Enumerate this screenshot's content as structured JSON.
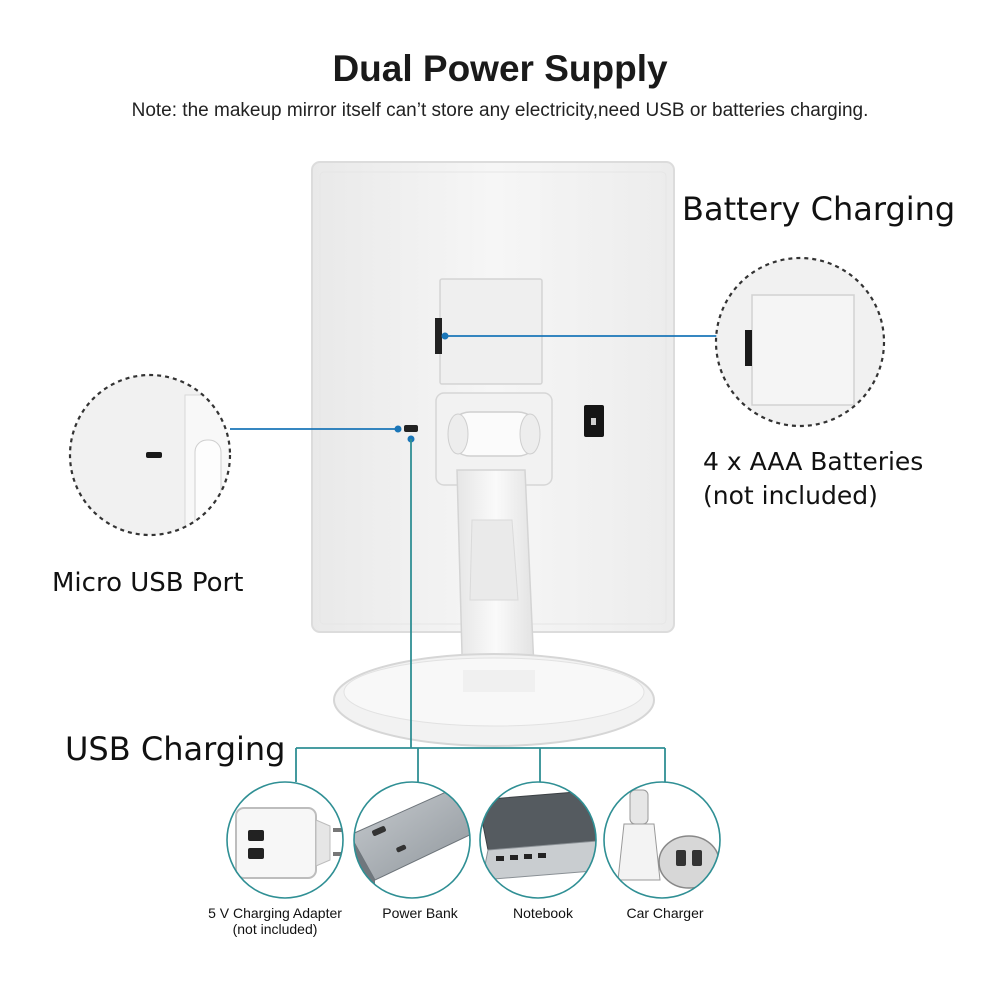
{
  "header": {
    "title": "Dual Power Supply",
    "note": "Note: the makeup mirror itself can’t store any electricity,need USB or batteries charging."
  },
  "battery": {
    "title": "Battery Charging",
    "line1": "4 x AAA Batteries",
    "line2": "(not included)"
  },
  "usb_port": {
    "label": "Micro USB Port"
  },
  "usb_charging": {
    "label": "USB Charging",
    "devices": [
      {
        "line1": "5 V Charging Adapter",
        "line2": "(not included)"
      },
      {
        "line1": "Power Bank"
      },
      {
        "line1": "Notebook"
      },
      {
        "line1": "Car Charger"
      }
    ]
  },
  "colors": {
    "callout_line": "#1a76b8",
    "device_line": "#2f8f94",
    "mirror_body": "#f4f4f4",
    "dashed_circle": "#333333"
  }
}
